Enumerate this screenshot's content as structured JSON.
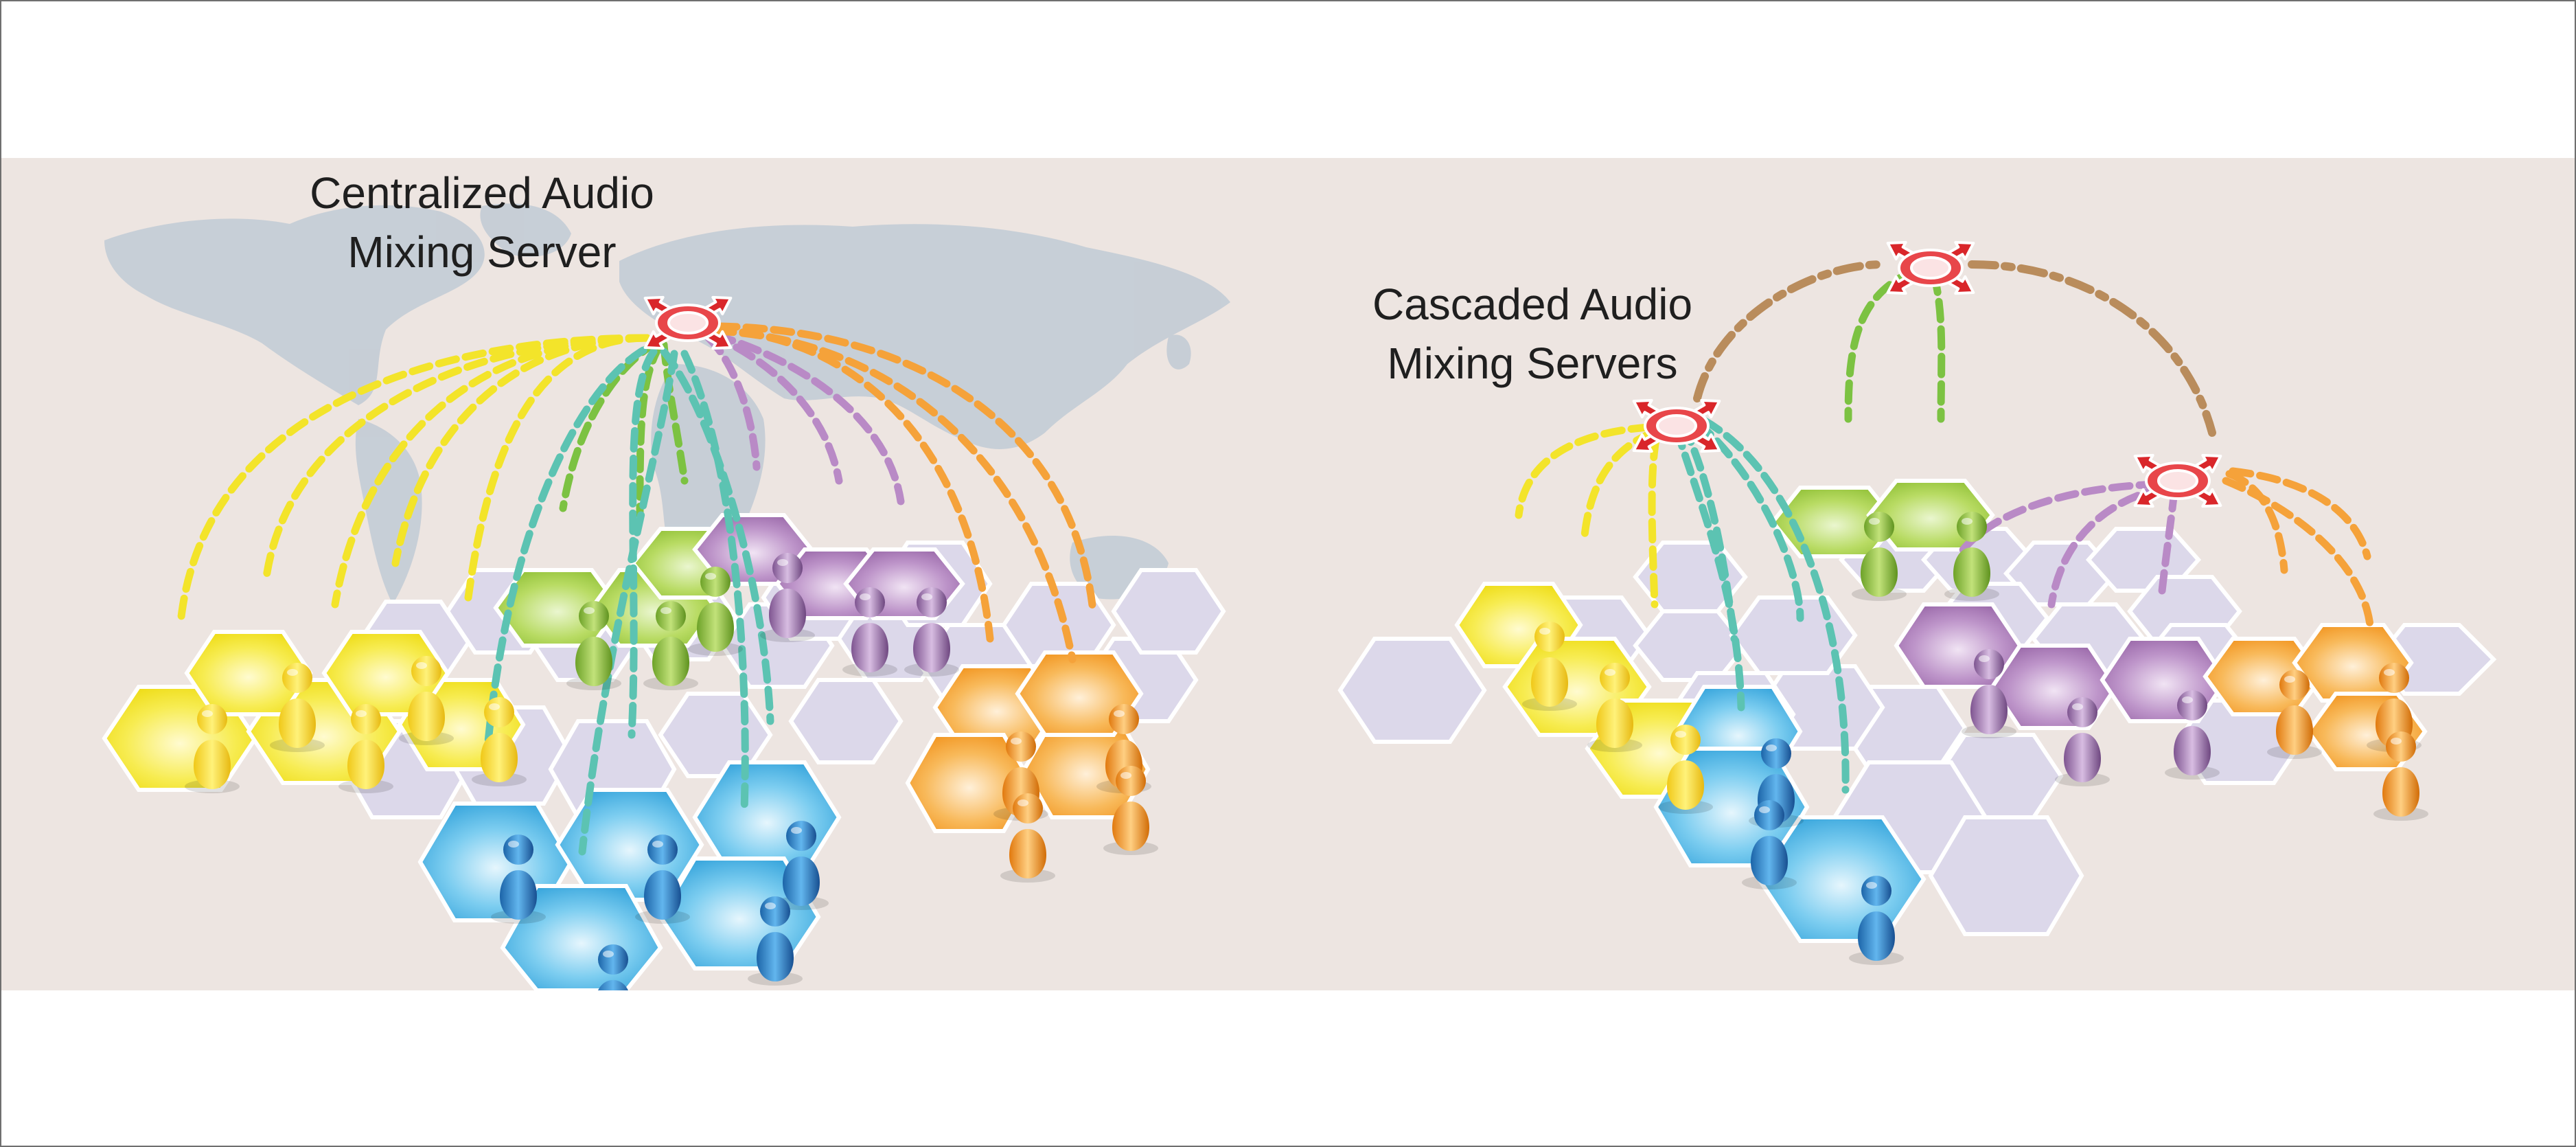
{
  "captions": {
    "centralized": [
      "Centralized Audio",
      "Mixing Server"
    ],
    "cascaded": [
      "Cascaded Audio",
      "Mixing Servers"
    ]
  },
  "colors": {
    "background_band": "#ede5e1",
    "map_land": "#c5cdd6",
    "hex_neutral": "#dcd8ea",
    "server": "#d9262a",
    "server_link": "#b98c5c",
    "yellow": "#f3e42a",
    "green": "#9cc53c",
    "teal_link": "#5cc3b2",
    "blue": "#3aa8dd",
    "purple": "#a276b0",
    "orange": "#f29a26"
  },
  "icons": {
    "server": "server-hub-icon",
    "user": "user-figure-icon"
  }
}
